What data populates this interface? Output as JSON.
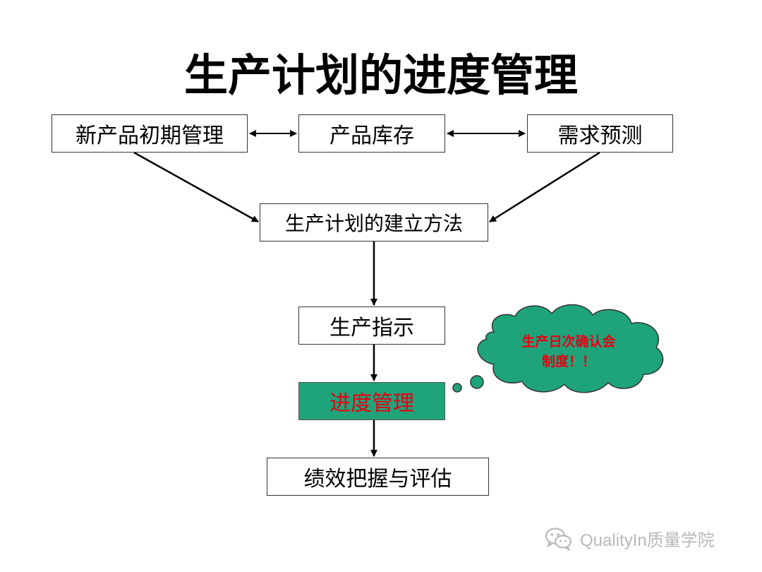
{
  "title": "生产计划的进度管理",
  "top_boxes": {
    "new_product": "新产品初期管理",
    "inventory": "产品库存",
    "demand": "需求预测"
  },
  "method": "生产计划的建立方法",
  "instruction": "生产指示",
  "progress": "进度管理",
  "performance": "绩效把握与评估",
  "callout": {
    "line1": "生产日次确认会",
    "line2": "制度！！"
  },
  "watermark": "QualityIn质量学院",
  "colors": {
    "progress_fill": "#1fa37a",
    "progress_text": "#e60012",
    "cloud_fill": "#1fa37a",
    "callout_text": "#e60012"
  },
  "icons": [
    "wechat-icon"
  ]
}
